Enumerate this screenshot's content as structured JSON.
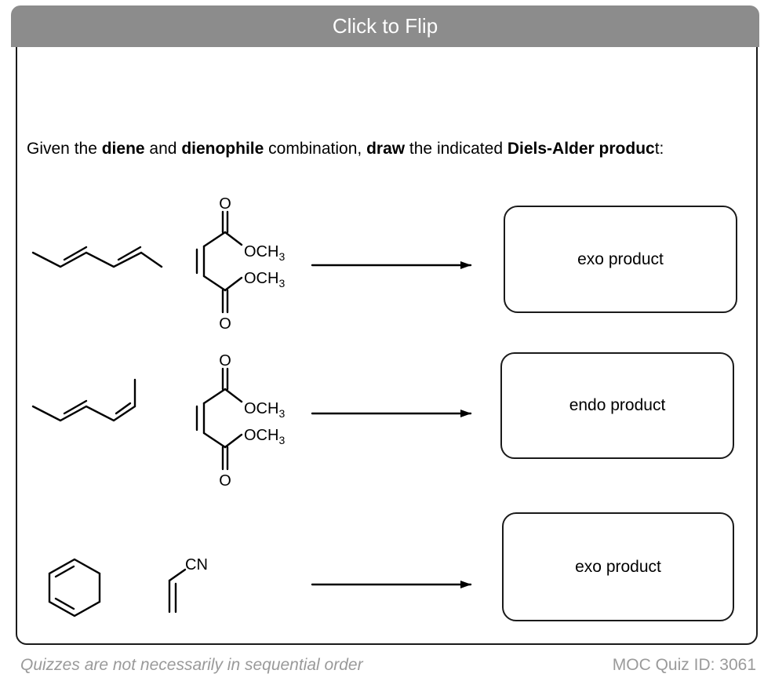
{
  "flip_bar": {
    "label": "Click to Flip"
  },
  "prompt": {
    "p1": "Given the ",
    "b1": "diene",
    "p2": " and ",
    "b2": "dienophile",
    "p3": " combination, ",
    "b3": "draw",
    "p4": " the indicated ",
    "b4": "Diels-Alder produc",
    "p5": "t:"
  },
  "reactions": [
    {
      "product_label": "exo product",
      "oxygen_top": "O",
      "ester_top": "OCH3",
      "ester_bottom": "OCH3",
      "oxygen_bottom": "O"
    },
    {
      "product_label": "endo product",
      "oxygen_top": "O",
      "ester_top": "OCH3",
      "ester_bottom": "OCH3",
      "oxygen_bottom": "O"
    },
    {
      "product_label": "exo product",
      "nitrile": "CN"
    }
  ],
  "footer": {
    "left": "Quizzes are not necessarily in sequential order",
    "right": "MOC Quiz ID: 3061"
  }
}
